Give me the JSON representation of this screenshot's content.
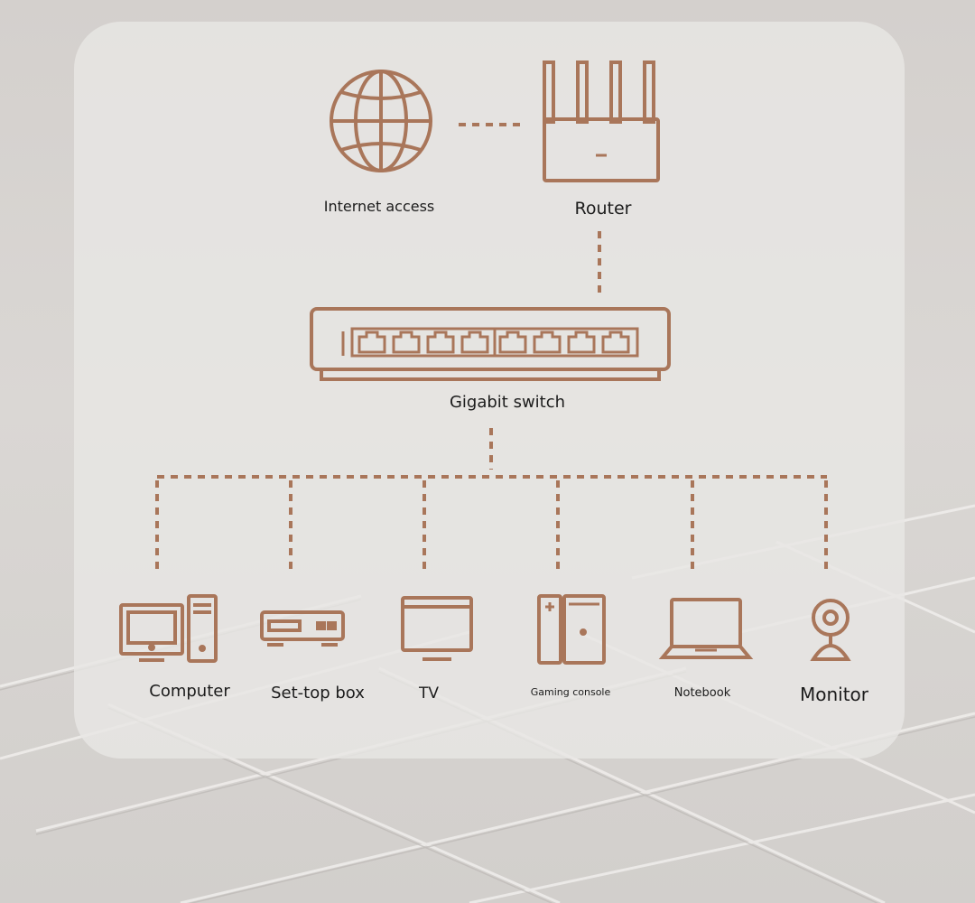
{
  "diagram": {
    "nodes": {
      "internet": "Internet access",
      "router": "Router",
      "switch": "Gigabit switch",
      "devices": [
        "Computer",
        "Set-top box",
        "TV",
        "Gaming console",
        "Notebook",
        "Monitor"
      ]
    },
    "colors": {
      "line": "#a9765a",
      "panel": "#e8e6e4",
      "background": "#d6d3d0",
      "text": "#1c1c1c"
    },
    "icons": [
      "globe-icon",
      "router-icon",
      "switch-icon",
      "computer-icon",
      "set-top-box-icon",
      "tv-icon",
      "gaming-console-icon",
      "notebook-icon",
      "monitor-camera-icon"
    ]
  }
}
